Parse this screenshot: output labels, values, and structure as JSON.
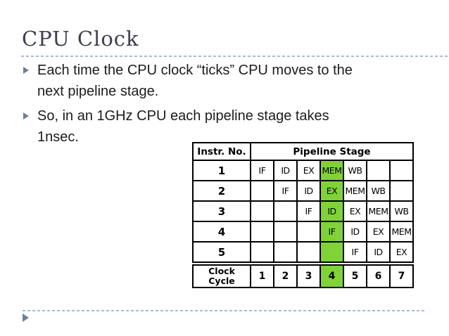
{
  "slide": {
    "title": "CPU Clock",
    "bullets": [
      "Each time the CPU clock “ticks” CPU moves to the\nnext pipeline stage.",
      "So, in an 1GHz CPU each pipeline stage takes\n1nsec."
    ]
  },
  "table": {
    "header": {
      "instr_col": "Instr. No.",
      "stage_col": "Pipeline Stage"
    },
    "rows": [
      {
        "instr": "1",
        "stages": [
          "IF",
          "ID",
          "EX",
          "MEM",
          "WB",
          "",
          ""
        ]
      },
      {
        "instr": "2",
        "stages": [
          "",
          "IF",
          "ID",
          "EX",
          "MEM",
          "WB",
          ""
        ]
      },
      {
        "instr": "3",
        "stages": [
          "",
          "",
          "IF",
          "ID",
          "EX",
          "MEM",
          "WB"
        ]
      },
      {
        "instr": "4",
        "stages": [
          "",
          "",
          "",
          "IF",
          "ID",
          "EX",
          "MEM"
        ]
      },
      {
        "instr": "5",
        "stages": [
          "",
          "",
          "",
          "",
          "IF",
          "ID",
          "EX"
        ]
      }
    ],
    "footer": {
      "label": "Clock Cycle",
      "cycles": [
        "1",
        "2",
        "3",
        "4",
        "5",
        "6",
        "7"
      ]
    },
    "highlighted_cycle": "4",
    "colors": {
      "highlight_green": "#7fd338",
      "accent_blue": "#6b80a6",
      "divider_blue": "#a6bbd1",
      "title_color": "#3e3e50"
    }
  }
}
